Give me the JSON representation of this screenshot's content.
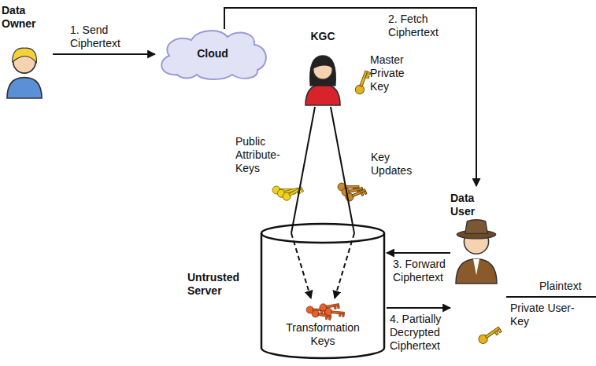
{
  "diagram": {
    "nodes": [
      {
        "text": [
          "Data Owner"
        ]
      },
      {
        "text": [
          "Cloud"
        ]
      },
      {
        "text": [
          "KGC",
          "Master Private Key"
        ]
      },
      {
        "text": [
          "Untrusted Server"
        ]
      },
      {
        "text": [
          "Transformation Keys"
        ],
        "in": 3
      },
      {
        "text": [
          "Data User",
          "Private User-Key"
        ]
      }
    ],
    "edges": [
      {
        "from": 0,
        "to": 1,
        "label": "1. Send Ciphertext",
        "arrow": "to"
      },
      {
        "from": 1,
        "to": 5,
        "label": "2. Fetch Ciphertext",
        "arrow": "to"
      },
      {
        "from": 2,
        "to": 4,
        "label": "Public Attribute-Keys",
        "arrow": "to"
      },
      {
        "from": 2,
        "to": 4,
        "label": "Key Updates",
        "arrow": "to"
      },
      {
        "from": 5,
        "to": 3,
        "label": "3. Forward Ciphertext",
        "arrow": "to"
      },
      {
        "from": 3,
        "to": 5,
        "label": "4. Partially Decrypted Ciphertext",
        "arrow": "to"
      }
    ],
    "labels": [
      "Plaintext"
    ]
  }
}
